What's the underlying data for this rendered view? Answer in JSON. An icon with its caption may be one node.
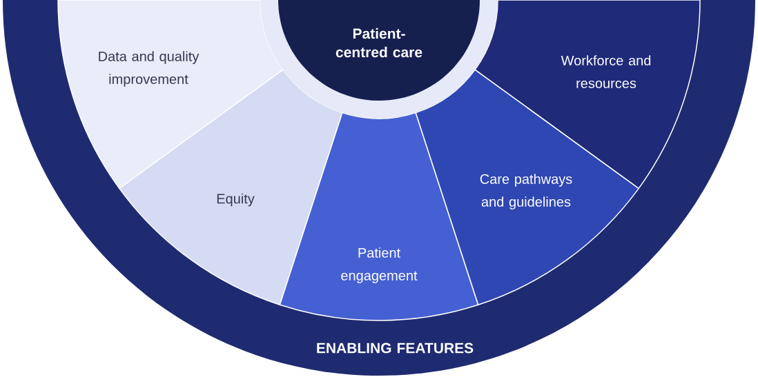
{
  "diagram": {
    "nodes": [
      {
        "text": [
          "ENABLING FEATURES"
        ]
      },
      {
        "text": [
          "Patient-centred care"
        ],
        "in": 0
      },
      {
        "text": [
          "Data and quality improvement"
        ],
        "in": 0
      },
      {
        "text": [
          "Equity"
        ],
        "in": 0
      },
      {
        "text": [
          "Patient engagement"
        ],
        "in": 0
      },
      {
        "text": [
          "Care pathways and guidelines"
        ],
        "in": 0
      },
      {
        "text": [
          "Workforce and resources"
        ],
        "in": 0
      }
    ]
  }
}
